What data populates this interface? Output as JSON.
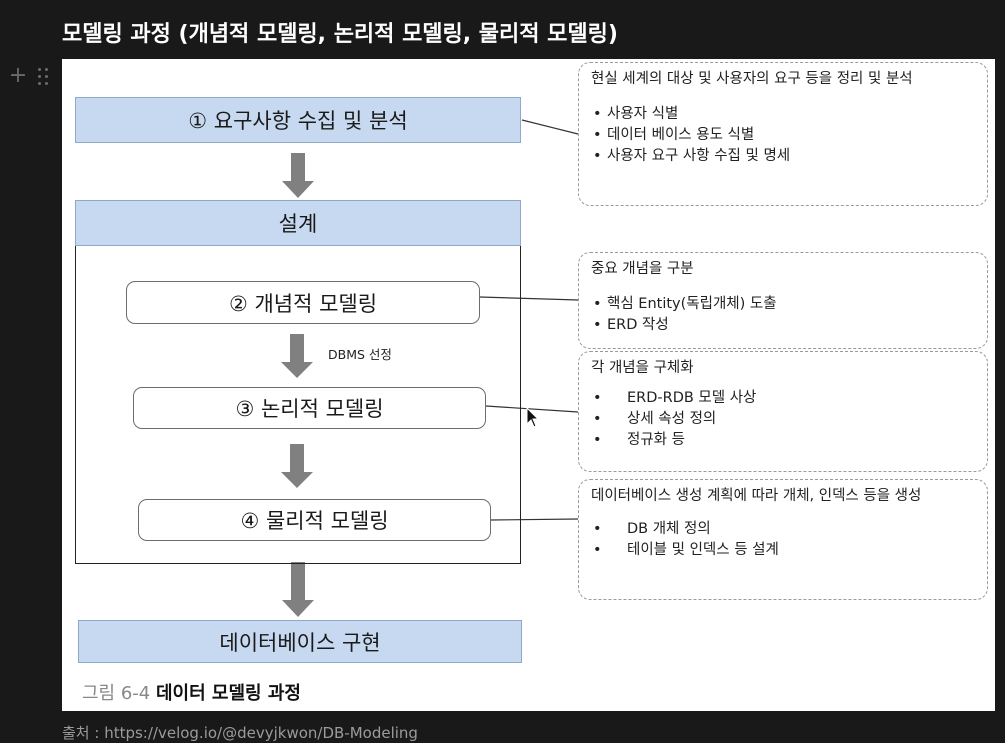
{
  "heading": "모델링 과정 (개념적 모델링, 논리적 모델링, 물리적 모델링)",
  "block_controls": {
    "add_icon": "plus-icon",
    "drag_icon": "drag-handle-icon"
  },
  "diagram": {
    "step1": "① 요구사항 수집 및 분석",
    "design": "설계",
    "step2": "② 개념적 모델링",
    "dbms_label": "DBMS 선정",
    "step3": "③ 논리적 모델링",
    "step4": "④ 물리적 모델링",
    "implement": "데이터베이스 구현",
    "note1": {
      "title": "현실 세계의 대상 및 사용자의 요구 등을 정리 및 분석",
      "items": [
        "사용자 식별",
        "데이터 베이스 용도 식별",
        "사용자 요구 사항 수집 및 명세"
      ]
    },
    "note2": {
      "title": "중요 개념을 구분",
      "items": [
        "핵심 Entity(독립개체) 도출",
        "ERD 작성"
      ]
    },
    "note3": {
      "title": "각 개념을 구체화",
      "items": [
        "ERD-RDB 모델 사상",
        "상세 속성 정의",
        "정규화 등"
      ]
    },
    "note4": {
      "title": "데이터베이스 생성 계획에 따라 개체, 인덱스 등을 생성",
      "items": [
        "DB 개체 정의",
        "테이블 및 인덱스 등 설계"
      ]
    },
    "caption_prefix": "그림 6-4",
    "caption_title": "데이터 모델링 과정"
  },
  "source": "출처 : https://velog.io/@devyjkwon/DB-Modeling",
  "colors": {
    "page_bg": "#191919",
    "box_blue": "#c7d9f0",
    "arrow": "#808080"
  }
}
